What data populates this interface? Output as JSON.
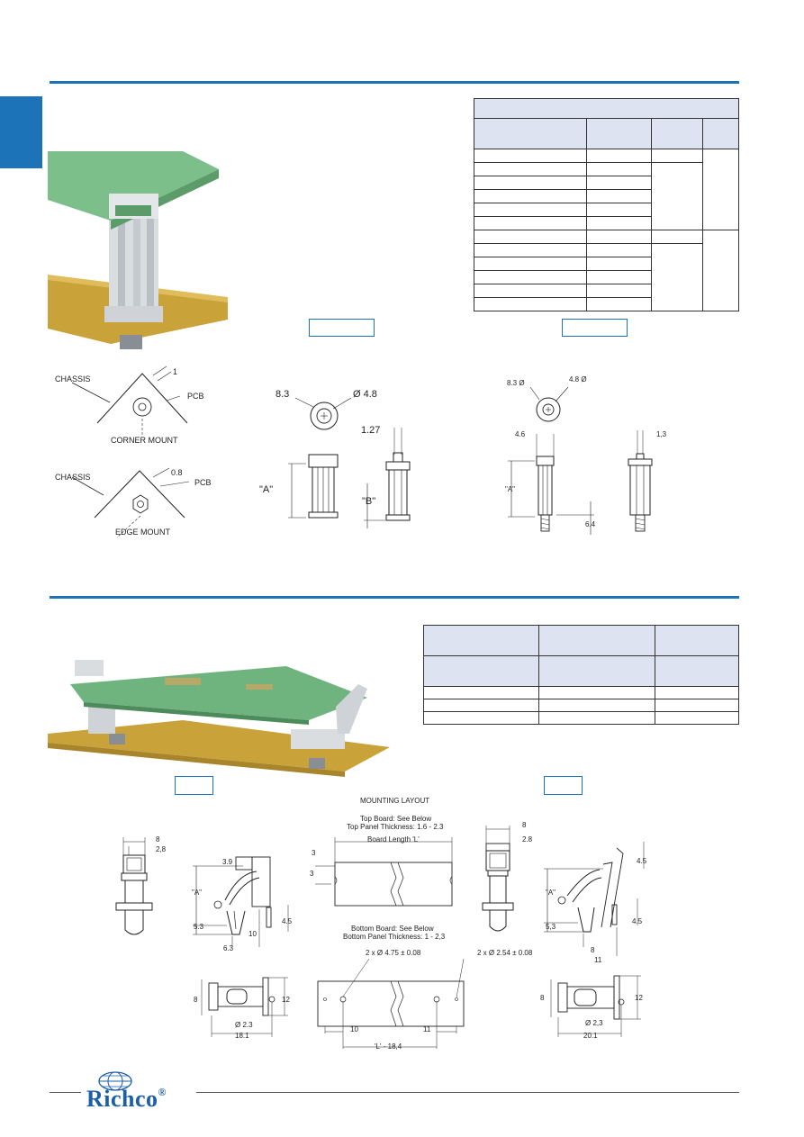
{
  "top_section": {
    "labels": {
      "chassis_1": "CHASSIS",
      "pcb_1": "PCB",
      "corner_mount": "CORNER MOUNT",
      "dim_1": "1",
      "chassis_2": "CHASSIS",
      "pcb_2": "PCB",
      "edge_mount": "EDGE MOUNT",
      "dim_08": "0.8"
    },
    "drawing_a": {
      "outer": "8.3",
      "hole": "Ø 4.8",
      "tab": "1.27",
      "height_a": "\"A\"",
      "height_b": "\"B\""
    },
    "drawing_b": {
      "outer": "8.3 Ø",
      "hole": "4.8 Ø",
      "width": "4.6",
      "tab": "1,3",
      "height_a": "\"A\"",
      "thread": "6.4"
    }
  },
  "bottom_section": {
    "layout_title": "MOUNTING LAYOUT",
    "top_board": "Top Board: See Below",
    "top_thickness": "Top Panel Thickness: 1.6 - 2.3",
    "board_length": "Board Length 'L'",
    "edge_3a": "3",
    "edge_3b": "3",
    "bottom_board": "Bottom Board: See Below",
    "bottom_thickness": "Bottom Panel Thickness: 1 - 2,3",
    "hole_left": "2 x Ø 4.75 ± 0.08",
    "hole_right": "2 x Ø 2.54 ± 0.08",
    "bot_10": "10",
    "bot_11": "11",
    "bot_len": "'L' - 18,4",
    "left_part": {
      "w8": "8",
      "w28": "2,8",
      "d39": "3.9",
      "a": "\"A\"",
      "d53": "5.3",
      "d63": "6.3",
      "d10": "10",
      "d45": "4.5",
      "d8": "8",
      "d12": "12",
      "d23": "Ø 2.3",
      "d181": "18.1"
    },
    "right_part": {
      "w8": "8",
      "w28": "2.8",
      "d45a": "4.5",
      "a": "\"A\"",
      "d53": "5,3",
      "d45b": "4.5",
      "d8": "8",
      "d11": "11",
      "d8b": "8",
      "d12": "12",
      "d23": "Ø 2,3",
      "d201": "20.1"
    }
  },
  "footer": {
    "brand": "Richco",
    "trademark": "®"
  },
  "colors": {
    "accent": "#1c73b8",
    "table_header": "#dde3f0",
    "pcb_green": "#7dbf8a",
    "chassis_gold": "#c9a23a"
  }
}
